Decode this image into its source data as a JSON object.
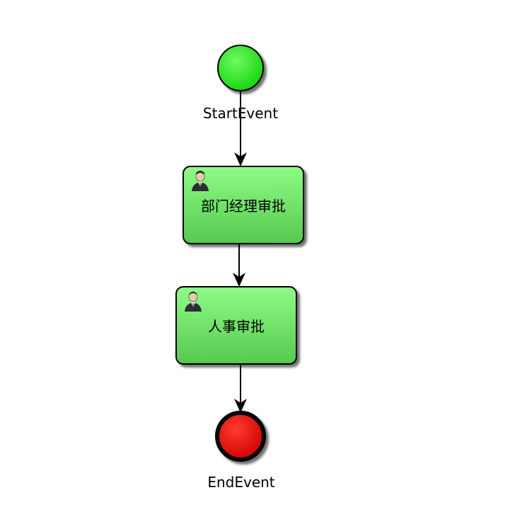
{
  "diagram": {
    "start_event": {
      "label": "StartEvent"
    },
    "tasks": [
      {
        "label": "部门经理审批",
        "icon": "user-task-icon"
      },
      {
        "label": "人事审批",
        "icon": "user-task-icon"
      }
    ],
    "end_event": {
      "label": "EndEvent"
    }
  },
  "colors": {
    "start_fill": "#22e81c",
    "task_fill": "#6ee86a",
    "end_fill": "#e8000b",
    "stroke": "#000000"
  }
}
